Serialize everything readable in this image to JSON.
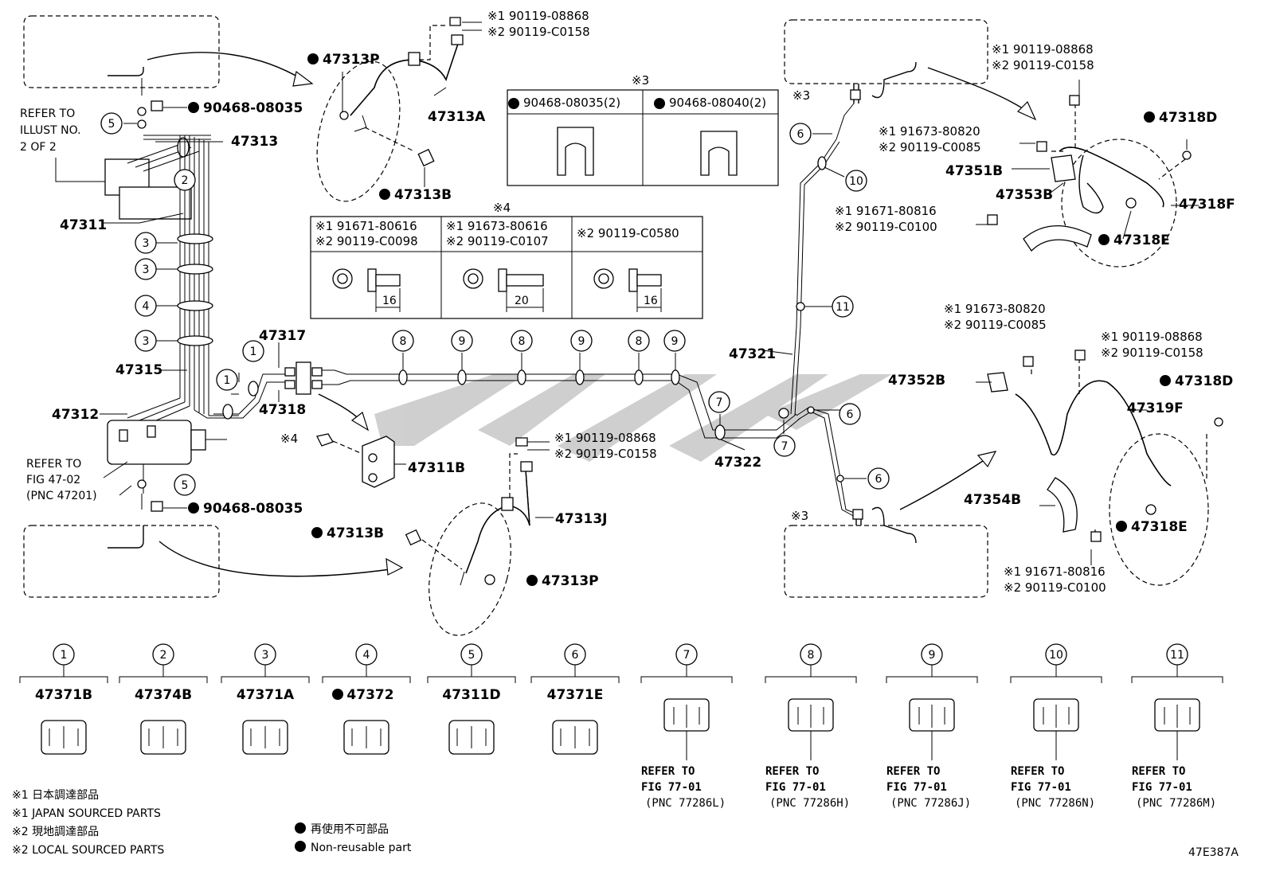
{
  "diagram_code": "47E387A",
  "part_labels": {
    "p47313": "47313",
    "p47311": "47311",
    "p47315": "47315",
    "p47312": "47312",
    "p47313P_top": "47313P",
    "p47313A": "47313A",
    "p47313B_top": "47313B",
    "p47317": "47317",
    "p47318": "47318",
    "p47311B": "47311B",
    "p47313J": "47313J",
    "p47313B_bot": "47313B",
    "p47313P_bot": "47313P",
    "p47321": "47321",
    "p47322": "47322",
    "p47351B": "47351B",
    "p47353B": "47353B",
    "p47318D_top": "47318D",
    "p47318F": "47318F",
    "p47318E_top": "47318E",
    "p47352B": "47352B",
    "p47318D_bot": "47318D",
    "p47319F": "47319F",
    "p47354B": "47354B",
    "p47318E_bot": "47318E",
    "p90468_top": "90468-08035",
    "p90468_bot": "90468-08035"
  },
  "refer_left_top": [
    "REFER TO",
    "ILLUST NO.",
    "2 OF 2"
  ],
  "refer_left_bot": [
    "REFER TO",
    "FIG 47-02",
    "(PNC 47201)"
  ],
  "bolt_notes": {
    "top_mid": [
      "※1 90119-08868",
      "※2 90119-C0158"
    ],
    "bot_mid": [
      "※1 90119-08868",
      "※2 90119-C0158"
    ],
    "right_top": [
      "※1 90119-08868",
      "※2 90119-C0158"
    ],
    "right_clip_top": [
      "※1 91673-80820",
      "※2 90119-C0085"
    ],
    "right_bracket_top": [
      "※1 91671-80816",
      "※2 90119-C0100"
    ],
    "right_mid_a": [
      "※1 91673-80820",
      "※2 90119-C0085"
    ],
    "right_mid_b": [
      "※1 90119-08868",
      "※2 90119-C0158"
    ],
    "right_bot": [
      "※1 91671-80816",
      "※2 90119-C0100"
    ]
  },
  "mark3": "※3",
  "mark4": "※4",
  "table3": [
    "90468-08035(2)",
    "90468-08040(2)"
  ],
  "table4": [
    {
      "l1": "※1 91671-80616",
      "l2": "※2 90119-C0098",
      "dim": "16"
    },
    {
      "l1": "※1 91673-80616",
      "l2": "※2 90119-C0107",
      "dim": "20"
    },
    {
      "l1": "",
      "l2": "※2 90119-C0580",
      "dim": "16"
    }
  ],
  "callouts": [
    "1",
    "2",
    "3",
    "4",
    "5",
    "6",
    "7",
    "8",
    "9",
    "10",
    "11"
  ],
  "clips": [
    {
      "num": "1",
      "part": "47371B",
      "filled": false
    },
    {
      "num": "2",
      "part": "47374B",
      "filled": false
    },
    {
      "num": "3",
      "part": "47371A",
      "filled": false
    },
    {
      "num": "4",
      "part": "47372",
      "filled": true
    },
    {
      "num": "5",
      "part": "47311D",
      "filled": false
    },
    {
      "num": "6",
      "part": "47371E",
      "filled": false
    }
  ],
  "clip_refs": [
    {
      "num": "7",
      "l1": "REFER TO",
      "l2": "FIG 77-01",
      "l3": "(PNC 77286L)"
    },
    {
      "num": "8",
      "l1": "REFER TO",
      "l2": "FIG 77-01",
      "l3": "(PNC 77286H)"
    },
    {
      "num": "9",
      "l1": "REFER TO",
      "l2": "FIG 77-01",
      "l3": "(PNC 77286J)"
    },
    {
      "num": "10",
      "l1": "REFER TO",
      "l2": "FIG 77-01",
      "l3": "(PNC 77286N)"
    },
    {
      "num": "11",
      "l1": "REFER TO",
      "l2": "FIG 77-01",
      "l3": "(PNC 77286M)"
    }
  ],
  "legend": [
    "※1 日本調達部品",
    "※1 JAPAN SOURCED PARTS",
    "※2 現地調達部品",
    "※2 LOCAL SOURCED PARTS"
  ],
  "legend_nonreuse": [
    "再使用不可部品",
    "Non-reusable part"
  ]
}
